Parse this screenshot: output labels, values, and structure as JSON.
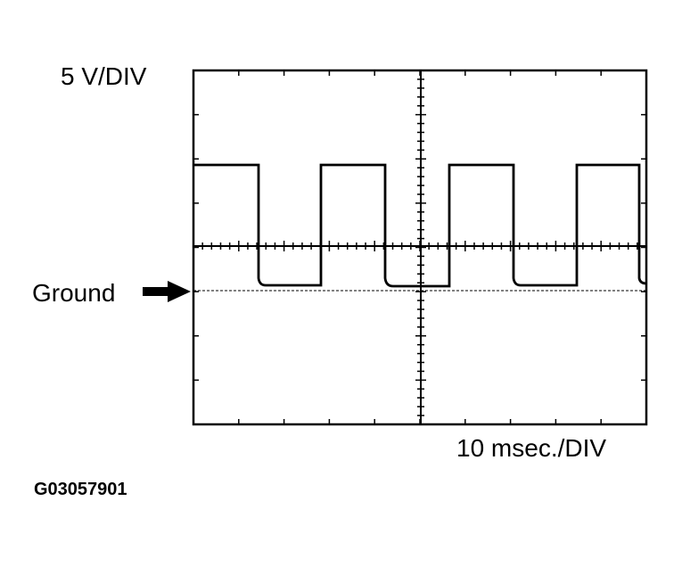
{
  "labels": {
    "volts_per_div": "5 V/DIV",
    "time_per_div": "10 msec./DIV",
    "ground": "Ground",
    "figure_code": "G03057901"
  },
  "chart_data": {
    "type": "line",
    "title": "Oscilloscope waveform",
    "xlabel": "10 msec./DIV",
    "ylabel": "5 V/DIV",
    "grid": false,
    "divisions": {
      "x": 10,
      "y": 8
    },
    "annotations": [
      {
        "text": "Ground",
        "y_div_from_center": -1,
        "y_volts": 0
      }
    ],
    "series": [
      {
        "name": "signal",
        "x_ms": [
          0,
          14,
          14.5,
          28,
          28.5,
          42,
          42.5,
          56,
          56.5,
          70,
          70.5,
          84,
          84.5,
          98,
          98.5,
          100
        ],
        "y_volts": [
          14,
          14,
          0.4,
          0.4,
          14,
          14,
          0.4,
          0.4,
          14,
          14,
          0.4,
          0.4,
          14,
          14,
          0.4,
          0.4
        ]
      }
    ],
    "period_ms": 28,
    "high_v": 14,
    "low_v": 0.4,
    "xlim": [
      0,
      100
    ],
    "ylim": [
      -5,
      35
    ]
  }
}
